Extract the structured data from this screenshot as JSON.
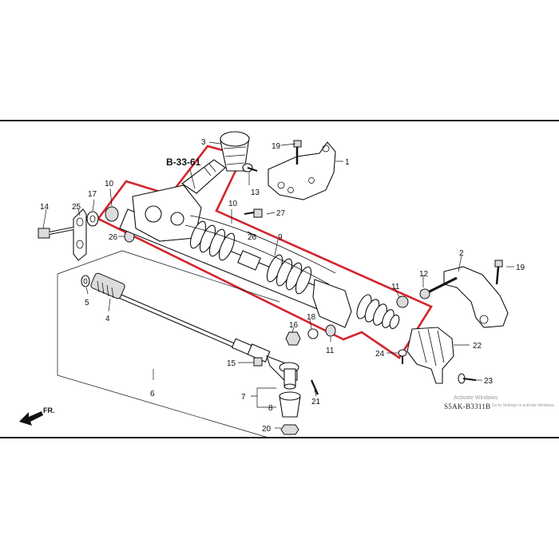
{
  "diagram": {
    "reference": "B-33-61",
    "fr_label": "FR.",
    "catalog_code": "S5AK-B3311B",
    "watermark": {
      "line1": "Activate Windows",
      "line2": "Go to Settings to activate Windows."
    },
    "callouts": {
      "c1": "1",
      "c2": "2",
      "c3": "3",
      "c4": "4",
      "c5": "5",
      "c6": "6",
      "c7": "7",
      "c8": "8",
      "c9": "9",
      "c10a": "10",
      "c10b": "10",
      "c11a": "11",
      "c11b": "11",
      "c12": "12",
      "c13": "13",
      "c14": "14",
      "c15": "15",
      "c16": "16",
      "c17": "17",
      "c18": "18",
      "c19a": "19",
      "c19b": "19",
      "c20": "20",
      "c21": "21",
      "c22": "22",
      "c23": "23",
      "c24": "24",
      "c25": "25",
      "c26a": "26",
      "c26b": "26",
      "c27": "27"
    },
    "colors": {
      "highlight": "#d4242c",
      "frame": "#111111"
    }
  }
}
